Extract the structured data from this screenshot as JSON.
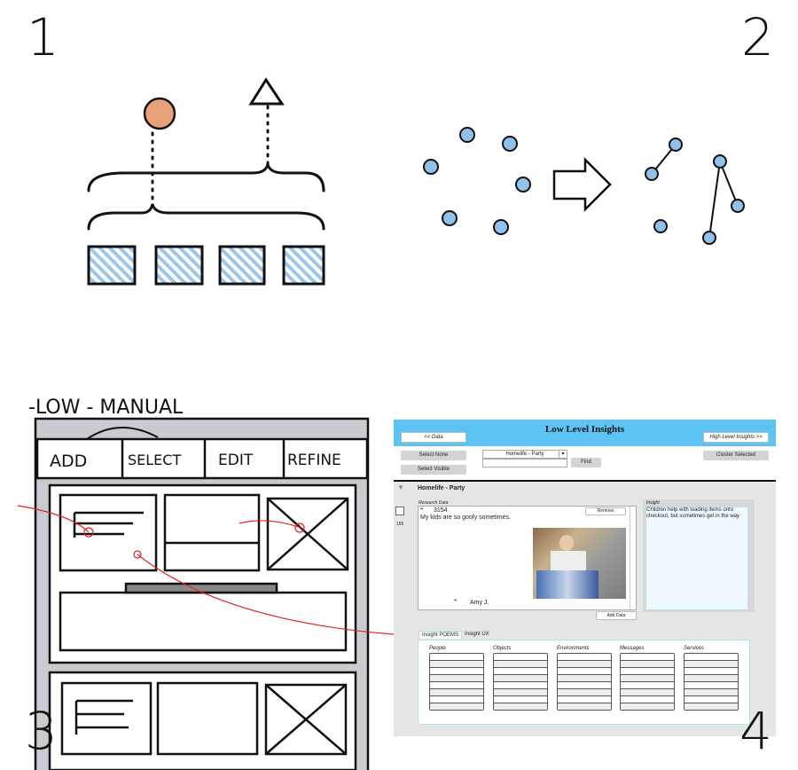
{
  "panel_numbers": [
    "1",
    "2",
    "3",
    "4"
  ],
  "sketch3": {
    "heading": "-LOW - MANUAL",
    "tabs": [
      "ADD",
      "SELECT",
      "EDIT",
      "REFINE"
    ]
  },
  "app": {
    "title": "Low Level Insights",
    "nav_back": "<< Data",
    "nav_forward": "High Level Insights >>",
    "select_none": "Select None",
    "select_visible": "Select Visible",
    "dropdown_value": "Homelife - Party",
    "search_value": "",
    "find": "Find",
    "cluster_selected": "Cluster Selected",
    "group_title": "Homelife - Party",
    "count": "155",
    "research": {
      "label": "Research Data",
      "quote_mark": "❞",
      "id": "3154",
      "text": "My kids are so goofy sometimes.",
      "author": "Amy J.",
      "remove": "Remove",
      "add_data": "Add Data"
    },
    "insight": {
      "label": "Insight",
      "text": "Children help with loading items onto checkout, but sometimes get in the way"
    },
    "tabs": [
      "Insight POEMS",
      "Insight UX"
    ],
    "active_tab": 0,
    "columns": [
      "People",
      "Objects",
      "Environments",
      "Messages",
      "Services"
    ],
    "accent": "#5bc4f2"
  }
}
